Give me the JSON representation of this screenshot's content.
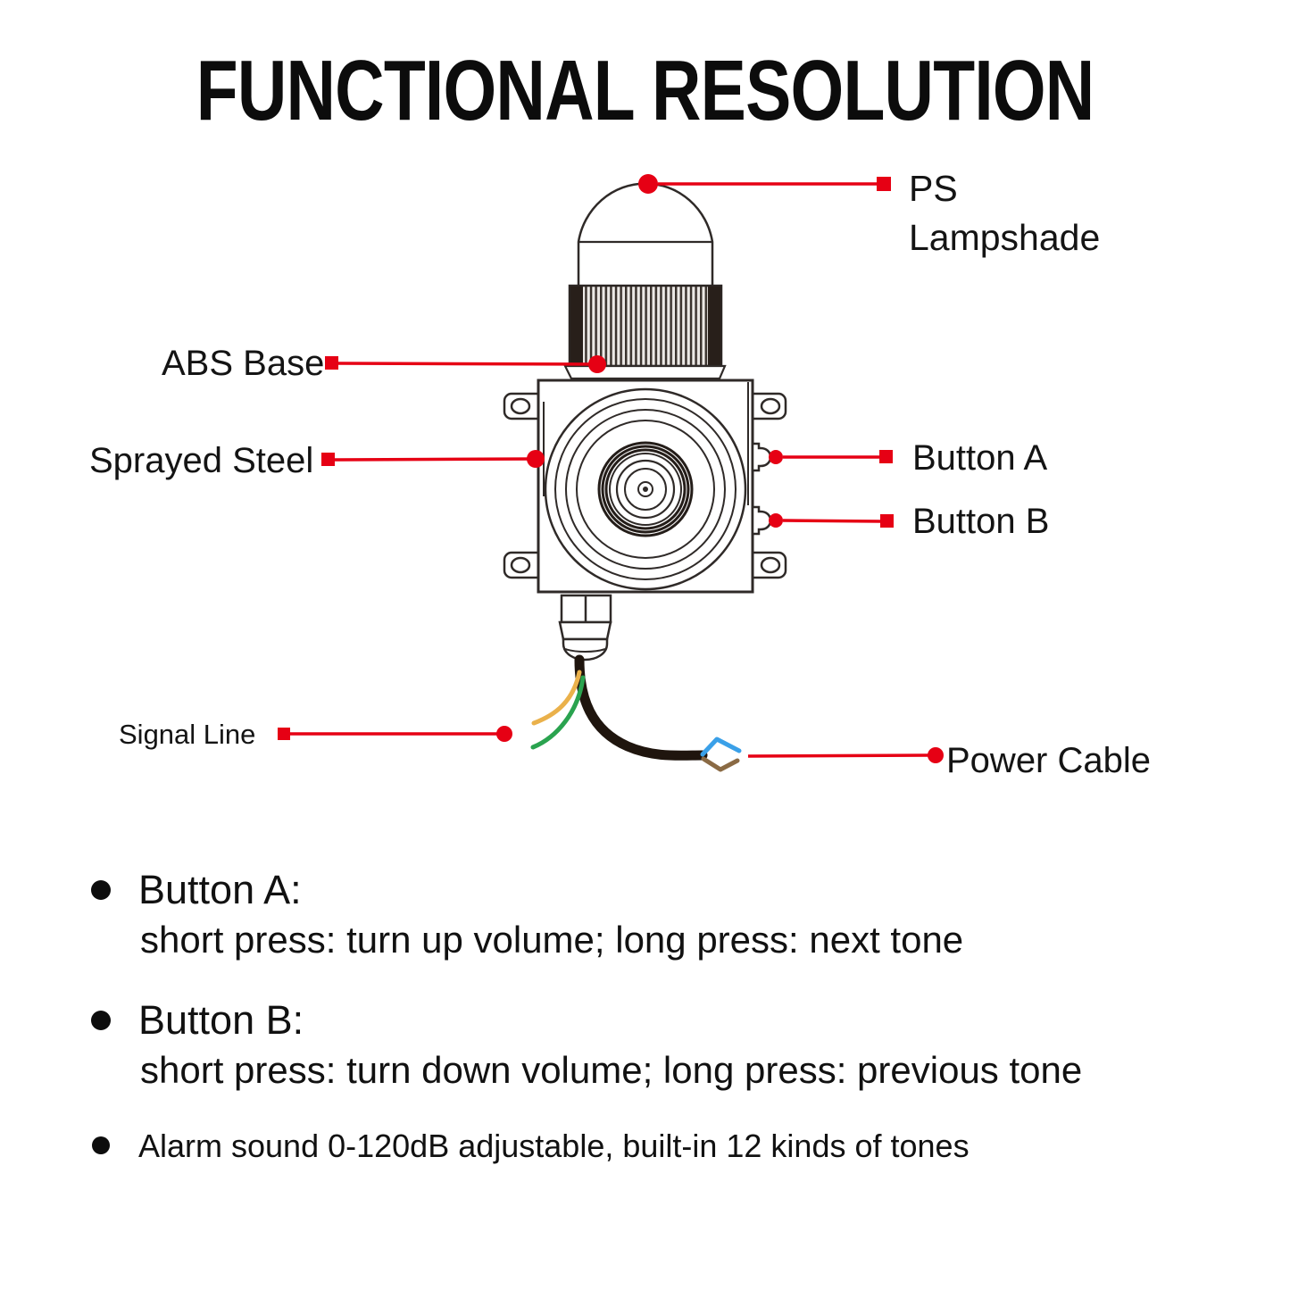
{
  "title": "FUNCTIONAL RESOLUTION",
  "colors": {
    "red": "#e60014",
    "ink": "#2f2a28",
    "black_cable": "#1f150e",
    "yellow_wire": "#eab14b",
    "green_wire": "#2aa34f",
    "blue_wire": "#3aa0e8",
    "brown_wire": "#8a6a44"
  },
  "callouts": {
    "ps_lampshade": {
      "line1": "PS",
      "line2": "Lampshade"
    },
    "abs_base": "ABS Base",
    "sprayed_steel": "Sprayed Steel",
    "button_a": "Button A",
    "button_b": "Button B",
    "signal_line": "Signal Line",
    "power_cable": "Power Cable"
  },
  "bullets": [
    {
      "heading": "Button A:",
      "detail": "short press: turn up volume; long press: next tone"
    },
    {
      "heading": "Button B:",
      "detail": "short press: turn down volume; long press: previous tone"
    }
  ],
  "note": "Alarm sound 0-120dB adjustable, built-in 12 kinds of tones"
}
